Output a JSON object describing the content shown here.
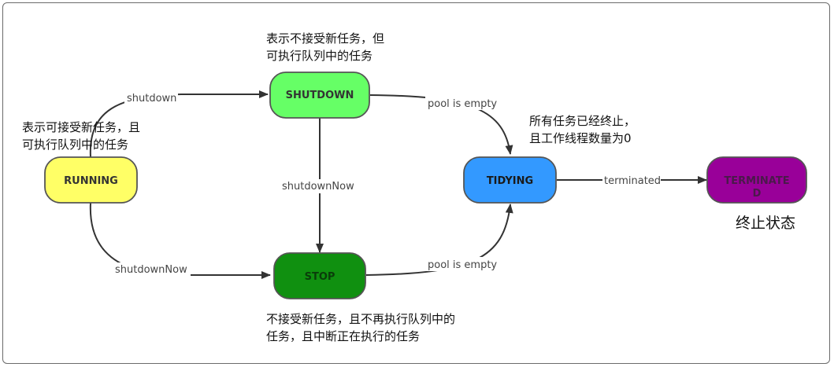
{
  "states": {
    "running": {
      "label": "RUNNING",
      "fill": "#ffff66",
      "text_color": "#333333"
    },
    "shutdown": {
      "label": "SHUTDOWN",
      "fill": "#66ff66",
      "text_color": "#333333"
    },
    "stop": {
      "label": "STOP",
      "fill": "#109010",
      "text_color": "#0a3d0a"
    },
    "tidying": {
      "label": "TIDYING",
      "fill": "#3399ff",
      "text_color": "#1a1a1a"
    },
    "terminated": {
      "label_line1": "TERMINATE",
      "label_line2": "D",
      "fill": "#990099",
      "text_color": "#4a1a4a"
    }
  },
  "edges": {
    "running_to_shutdown": "shutdown",
    "running_to_stop": "shutdownNow",
    "shutdown_to_stop": "shutdownNow",
    "shutdown_to_tidying": "pool is empty",
    "stop_to_tidying": "pool is empty",
    "tidying_to_terminated": "terminated"
  },
  "notes": {
    "shutdown_line1": "表示不接受新任务，但",
    "shutdown_line2": "可执行队列中的任务",
    "running_line1": "表示可接受新任务，且",
    "running_line2": "可执行队列中的任务",
    "tidying_line1": "所有任务已经终止，",
    "tidying_line2": "且工作线程数量为0",
    "stop_line1": "不接受新任务，且不再执行队列中的",
    "stop_line2": "任务，且中断正在执行的任务",
    "terminated": "终止状态"
  },
  "colors": {
    "edge": "#333333",
    "border": "#6b6b6b"
  }
}
